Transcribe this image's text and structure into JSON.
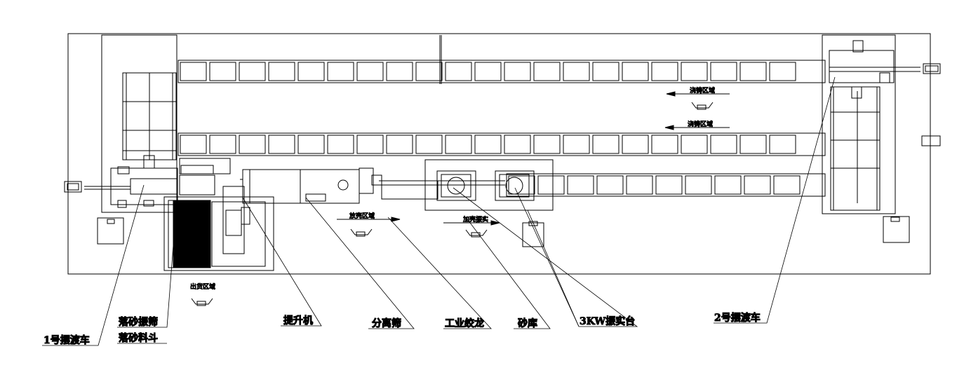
{
  "areas": {
    "pour_upper": "浇铸区域",
    "pour_lower": "浇铸区域",
    "shell_release": "放壳区域",
    "shell_vibration": "加壳振实",
    "shipping": "出货区域"
  },
  "callouts": {
    "transfer_car_1": "1号摆渡车",
    "shakeout_screen": "落砂振筛",
    "shakeout_hopper": "落砂料斗",
    "elevator": "提升机",
    "separation_screen": "分离筛",
    "screw_conveyor": "工业绞龙",
    "sand_silo": "砂库",
    "vibration_table": "3KW振实台",
    "transfer_car_2": "2号摆渡车"
  }
}
